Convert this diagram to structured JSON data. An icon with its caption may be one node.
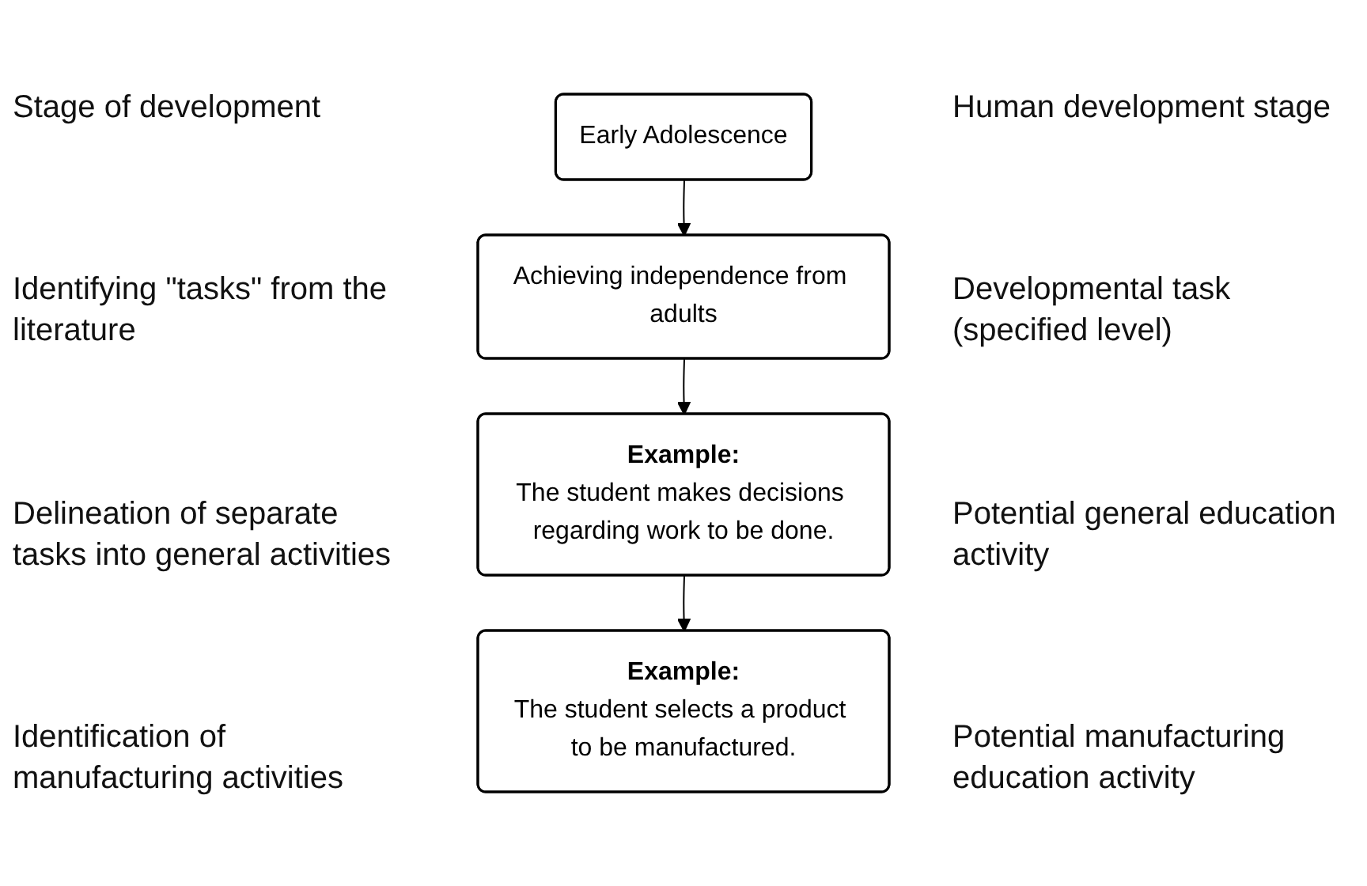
{
  "diagram": {
    "nodes": [
      {
        "text": [
          "Early Adolescence"
        ]
      },
      {
        "text": [
          "Achieving independence from adults"
        ]
      },
      {
        "text": [
          "Example:",
          "The student makes decisions regarding work to be done."
        ]
      },
      {
        "text": [
          "Example:",
          "The student selects a product to be manufactured."
        ]
      }
    ],
    "edges": [
      {
        "from": 0,
        "to": 1,
        "arrow": "to"
      },
      {
        "from": 1,
        "to": 2,
        "arrow": "to"
      },
      {
        "from": 2,
        "to": 3,
        "arrow": "to"
      }
    ],
    "labels": [
      "Stage of development",
      "Human development stage",
      "Identifying \"tasks\" from the literature",
      "Developmental task (specified level)",
      "Delineation of separate tasks into general activities",
      "Potential general education activity",
      "Identification of manufacturing activities",
      "Potential manufacturing education activity"
    ]
  }
}
